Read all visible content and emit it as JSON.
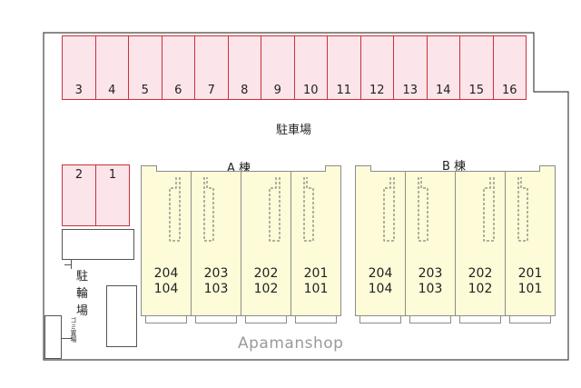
{
  "parking": {
    "label": "駐車場",
    "stalls": [
      "3",
      "4",
      "5",
      "6",
      "7",
      "8",
      "9",
      "10",
      "11",
      "12",
      "13",
      "14",
      "15",
      "16"
    ]
  },
  "bike": {
    "label_chars": [
      "駐",
      "輪",
      "場"
    ],
    "stalls": [
      "2",
      "1"
    ]
  },
  "small_label": "ゴミ置場",
  "building_a": {
    "label": "A 棟",
    "units": [
      {
        "upper": "204",
        "lower": "104"
      },
      {
        "upper": "203",
        "lower": "103"
      },
      {
        "upper": "202",
        "lower": "102"
      },
      {
        "upper": "201",
        "lower": "101"
      }
    ]
  },
  "building_b": {
    "label": "B 棟",
    "units": [
      {
        "upper": "204",
        "lower": "104"
      },
      {
        "upper": "203",
        "lower": "103"
      },
      {
        "upper": "202",
        "lower": "102"
      },
      {
        "upper": "201",
        "lower": "101"
      }
    ]
  },
  "watermark": "Apamanshop",
  "colors": {
    "stall_fill": "#fbe4ea",
    "stall_border": "#c9313a",
    "unit_fill": "#fdfbd8",
    "outline": "#555555"
  }
}
